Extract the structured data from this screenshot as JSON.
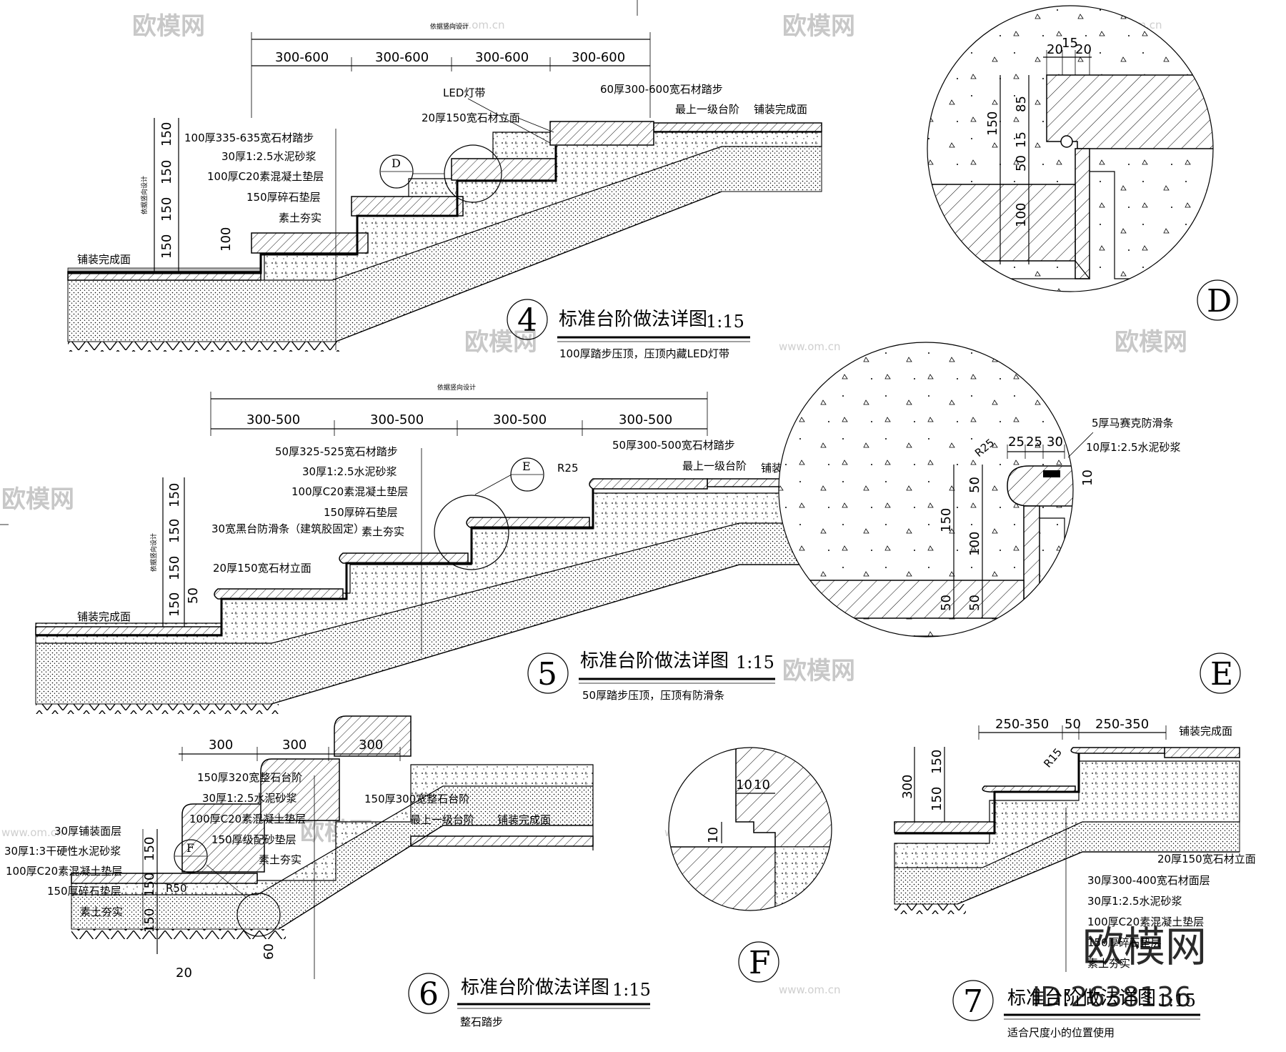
{
  "watermark": {
    "brand": "欧模网",
    "site": "www.om.cn",
    "id_text": "ID:2638136"
  },
  "detail4": {
    "number": "4",
    "title": "标准台阶做法详图",
    "scale": "1:15",
    "subtitle": "100厚踏步压顶，压顶内藏LED灯带",
    "top_note": "依据竖向设计",
    "side_note": "依据竖向设计",
    "top_dims": [
      "300-600",
      "300-600",
      "300-600",
      "300-600"
    ],
    "left_dims": [
      "150",
      "150",
      "150",
      "150"
    ],
    "small_dim": "100",
    "paving_left": "铺装完成面",
    "paving_right": "铺装完成面",
    "layers": [
      "100厚335-635宽石材踏步",
      "30厚1:2.5水泥砂浆",
      "100厚C20素混凝土垫层",
      "150厚碎石垫层",
      "素土夯实"
    ],
    "label_led": "LED灯带",
    "label_riser": "20厚150宽石材立面",
    "label_top_step": "60厚300-600宽石材踏步",
    "label_last": "最上一级台阶",
    "callout": "D"
  },
  "detail5": {
    "number": "5",
    "title": "标准台阶做法详图",
    "scale": "1:15",
    "subtitle": "50厚踏步压顶，压顶有防滑条",
    "top_note": "依据竖向设计",
    "side_note": "依据竖向设计",
    "top_dims": [
      "300-500",
      "300-500",
      "300-500",
      "300-500"
    ],
    "left_dims": [
      "150",
      "150",
      "150",
      "150"
    ],
    "small_dim": "50",
    "radius": "R25",
    "paving_left": "铺装完成面",
    "paving_right": "铺装完成面",
    "layers": [
      "50厚325-525宽石材踏步",
      "30厚1:2.5水泥砂浆",
      "100厚C20素混凝土垫层",
      "150厚碎石垫层",
      "素土夯实"
    ],
    "label_strip": "30宽黑台防滑条（建筑胶固定）",
    "label_riser": "20厚150宽石材立面",
    "label_top_step": "50厚300-500宽石材踏步",
    "label_last": "最上一级台阶",
    "callout": "E"
  },
  "detail6": {
    "number": "6",
    "title": "标准台阶做法详图",
    "scale": "1:15",
    "subtitle": "整石踏步",
    "top_dims": [
      "300",
      "300",
      "300"
    ],
    "left_dims": [
      "150",
      "150",
      "150"
    ],
    "small_dims": [
      "60",
      "20"
    ],
    "radius": "R50",
    "paving_right": "铺装完成面",
    "layers": [
      "150厚320宽整石台阶",
      "30厚1:2.5水泥砂浆",
      "100厚C20素混凝土垫层",
      "150厚级配砂垫层",
      "素土夯实"
    ],
    "left_layers": [
      "30厚铺装面层",
      "30厚1:3干硬性水泥砂浆",
      "100厚C20素混凝土垫层",
      "150厚碎石垫层",
      "素土夯实"
    ],
    "label_top_step": "150厚300宽整石台阶",
    "label_last": "最上一级台阶",
    "callout": "F"
  },
  "detail7": {
    "number": "7",
    "title": "标准台阶做法详图",
    "scale": "1:15",
    "subtitle": "适合尺度小的位置使用",
    "top_dims": [
      "250-350",
      "50",
      "250-350"
    ],
    "left_dims": [
      "150",
      "150"
    ],
    "height_dim": "300",
    "radius": "R15",
    "paving_right": "铺装完成面",
    "layers": [
      "20厚150宽石材立面",
      "30厚300-400宽石材面层",
      "30厚1:2.5水泥砂浆",
      "100厚C20素混凝土垫层",
      "150厚碎石垫层",
      "素土夯实"
    ]
  },
  "detailD": {
    "label": "D",
    "top_dims": [
      "20",
      "15",
      "20"
    ],
    "side_dims": [
      "150",
      "85",
      "15",
      "50",
      "100"
    ]
  },
  "detailE": {
    "label": "E",
    "radius": "R25",
    "top_dims": [
      "25",
      "25",
      "30"
    ],
    "notes": [
      "5厚马赛克防滑条",
      "10厚1:2.5水泥砂浆"
    ],
    "small_dim": "10",
    "side_dims": [
      "50",
      "150",
      "100",
      "50",
      "50"
    ]
  },
  "detailF": {
    "label": "F",
    "top_dims": [
      "10",
      "10"
    ],
    "side_dim": "10"
  }
}
